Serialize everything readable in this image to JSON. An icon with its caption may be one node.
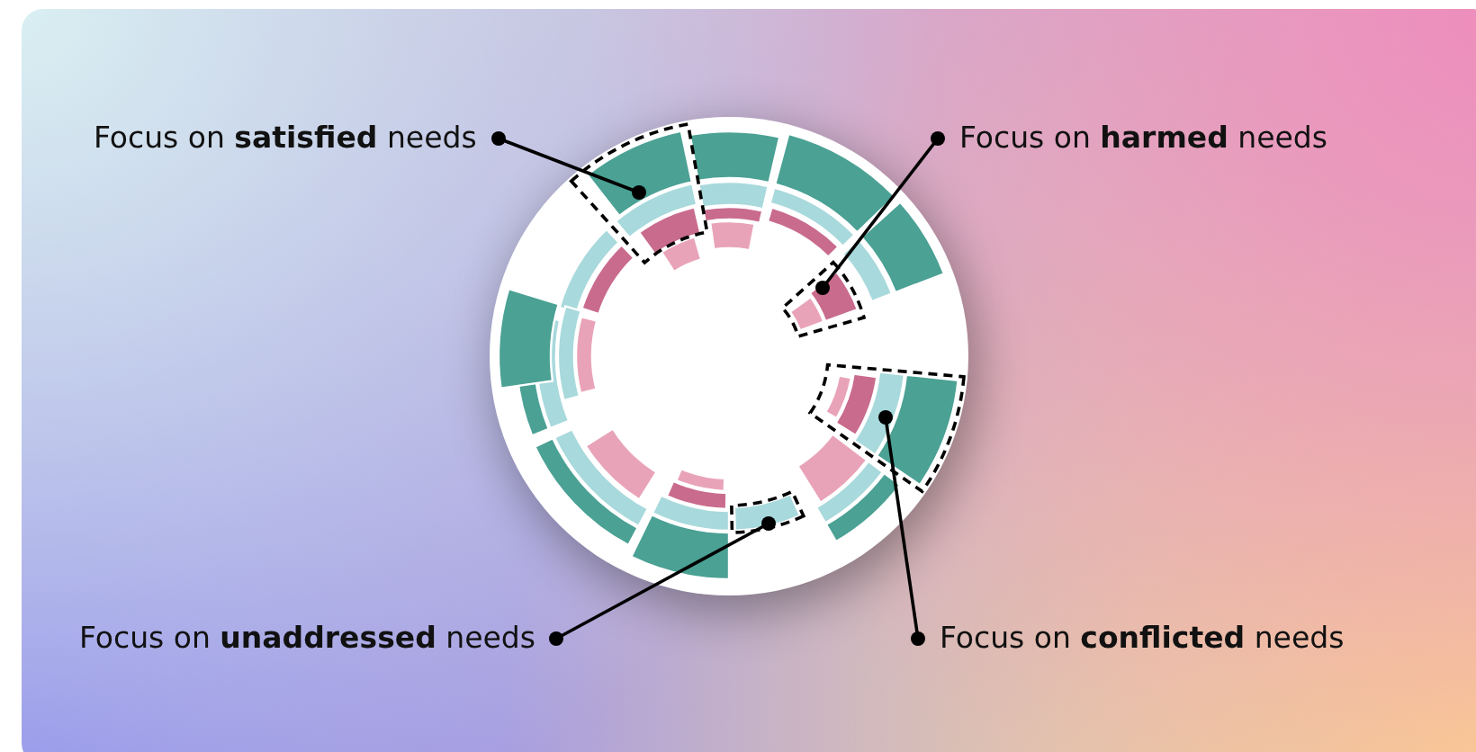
{
  "diagram": {
    "nodes": [
      {
        "text": [
          "Focus on **satisfied** needs"
        ]
      },
      {
        "text": [
          "Focus on **harmed** needs"
        ]
      },
      {
        "text": [
          "Focus on **unaddressed** needs"
        ]
      },
      {
        "text": [
          "Focus on **conflicted** needs"
        ]
      },
      {
        "text": [],
        "shape": "box"
      },
      {
        "text": [],
        "shape": "box"
      },
      {
        "text": [],
        "shape": "box"
      },
      {
        "text": [],
        "shape": "box"
      }
    ],
    "edges": [
      {
        "from": 0,
        "to": 4,
        "arrow": "other"
      },
      {
        "from": 1,
        "to": 5,
        "arrow": "other"
      },
      {
        "from": 2,
        "to": 6,
        "arrow": "other"
      },
      {
        "from": 3,
        "to": 7,
        "arrow": "other"
      }
    ]
  }
}
